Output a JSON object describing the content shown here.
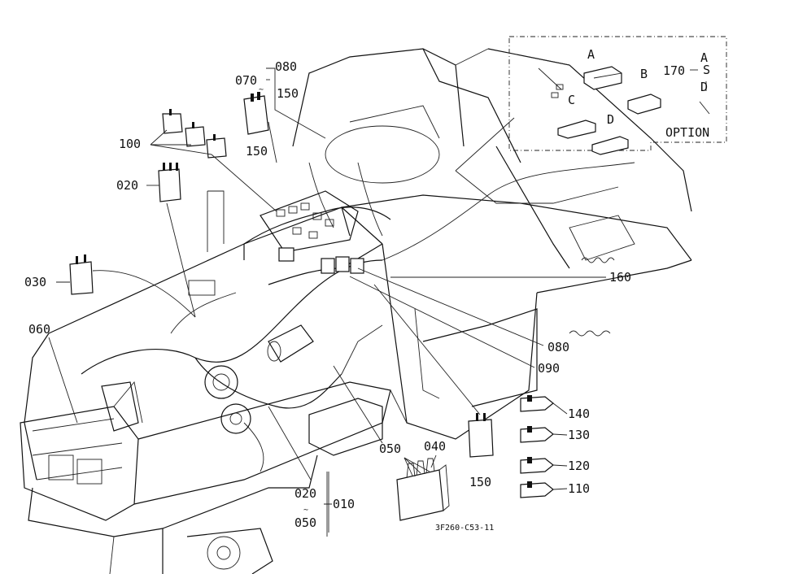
{
  "diagram": {
    "drawing_code": "3F260-C53-11",
    "option_label": "OPTION",
    "option_parts": {
      "A": "A",
      "B": "B",
      "C": "C",
      "D": "D",
      "range_ref": "170",
      "range_from": "A",
      "range_sep": "S",
      "range_to": "D"
    },
    "callouts": {
      "p080_top": "080",
      "p070": "070",
      "p150_top": "150",
      "p150_mid": "150",
      "p100": "100",
      "p020": "020",
      "p030": "030",
      "p060": "060",
      "p160": "160",
      "p080_right": "080",
      "p090": "090",
      "p140": "140",
      "p130": "130",
      "p120": "120",
      "p110": "110",
      "p150_bottom": "150",
      "p050": "050",
      "p040": "040",
      "p020_bottom": "020",
      "p050_bottom": "050",
      "p010": "010"
    }
  }
}
